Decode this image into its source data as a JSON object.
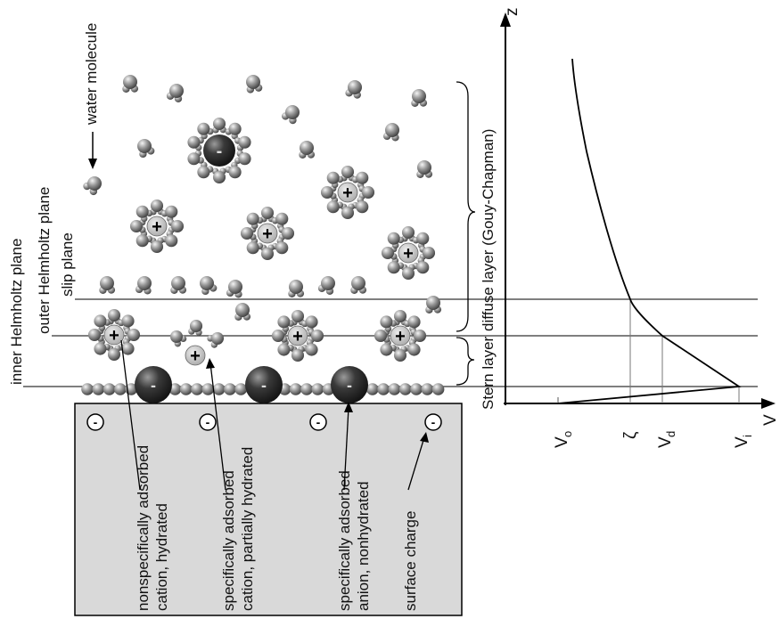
{
  "labels": {
    "water_molecule": "water molecule",
    "inner_helmholtz_plane": "inner Helmholtz plane",
    "outer_helmholtz_plane": "outer Helmholtz plane",
    "slip_plane": "slip plane",
    "stern_layer": "Stern layer",
    "diffuse_layer": "diffuse layer (Gouy-Chapman)",
    "nonspecific_line1": "nonspecifically adsorbed",
    "nonspecific_line2": "cation, hydrated",
    "specific_cation_line1": "specifically adsorbed",
    "specific_cation_line2": "cation, partially hydrated",
    "specific_anion_line1": "specifically adsorbed",
    "specific_anion_line2": "anion, nonhydrated",
    "surface_charge": "surface charge"
  },
  "axis": {
    "z_label": "z",
    "v_label": "V",
    "v_o": "V",
    "v_o_sub": "o",
    "zeta": "ζ",
    "v_d": "V",
    "v_d_sub": "d",
    "v_i": "V",
    "v_i_sub": "i"
  },
  "symbols": {
    "plus": "+",
    "minus": "-"
  },
  "colors": {
    "surface_fill": "#d9d9d9",
    "ion_anion": "#2b2b2b",
    "cation_core": "#b4b4b4",
    "water": "#777777",
    "line": "#000000",
    "plane_line": "#555555"
  }
}
